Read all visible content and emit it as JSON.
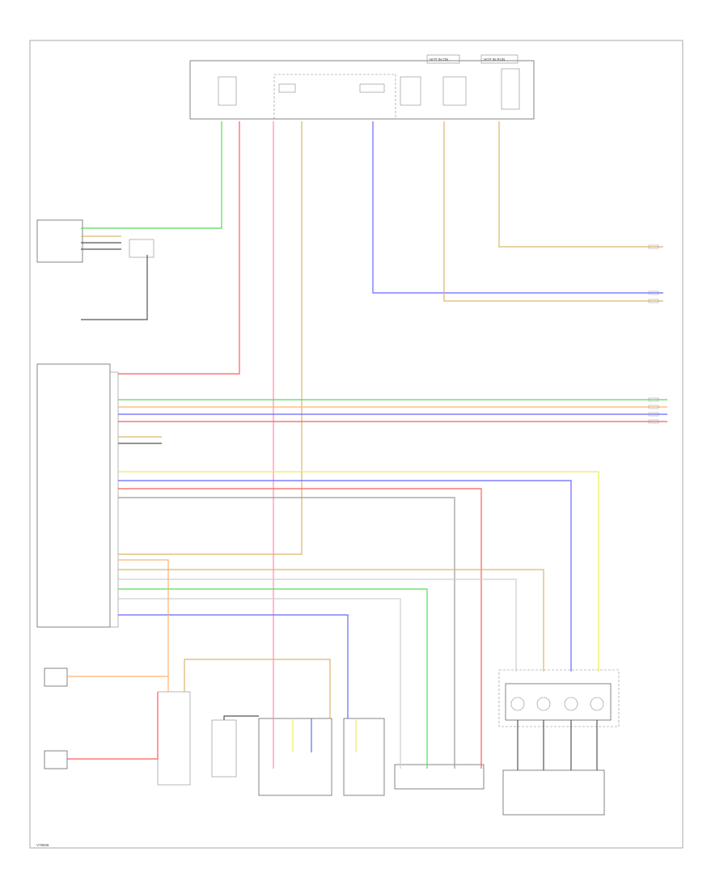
{
  "diagram": {
    "figure_code": "V78936",
    "top_tags": [
      "HOT IN ON",
      "HOT IN RUN"
    ],
    "wire_colors": {
      "red": "#ff5a5a",
      "pink": "#ff8fa8",
      "green": "#55dd55",
      "tan": "#d9b66b",
      "blue": "#6666ff",
      "yellow": "#eeee55",
      "orange": "#ffb070",
      "gray": "#999999",
      "lightgray": "#cfcfcf",
      "black": "#555555"
    }
  }
}
